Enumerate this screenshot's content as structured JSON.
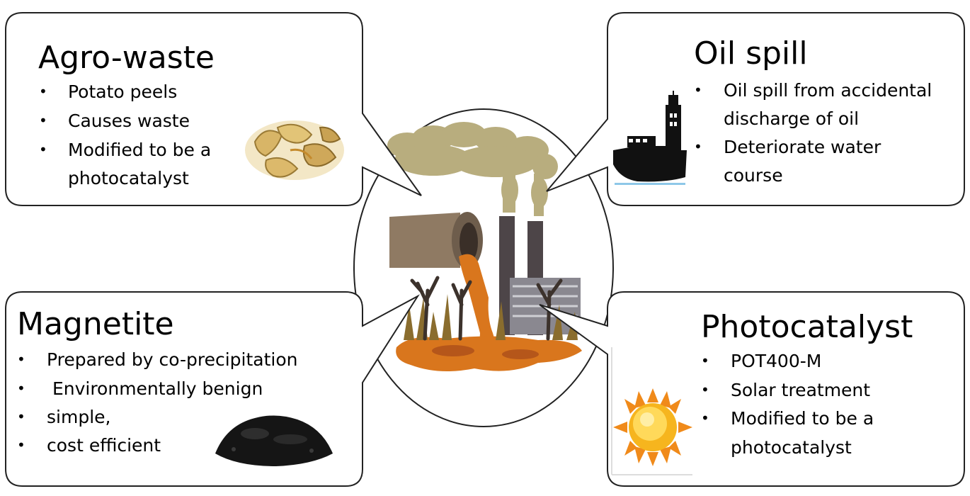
{
  "panels": {
    "agro_waste": {
      "title": "Agro-waste",
      "bullets": [
        "Potato peels",
        "Causes waste",
        "Modified to be a",
        "photocatalyst"
      ]
    },
    "oil_spill": {
      "title": "Oil spill",
      "bullets": [
        "Oil spill from accidental",
        "discharge of oil",
        "Deteriorate water",
        "course"
      ]
    },
    "magnetite": {
      "title": "Magnetite",
      "bullets": [
        "Prepared by co-precipitation",
        " Environmentally benign",
        "simple,",
        "cost efficient"
      ]
    },
    "photocatalyst": {
      "title": "Photocatalyst",
      "bullets": [
        "POT400-M",
        "Solar treatment",
        "Modified to be a",
        "photocatalyst"
      ]
    }
  },
  "bullet_char": "•",
  "icons": {
    "agro_waste": "potato-peels-icon",
    "oil_spill": "oil-ship-icon",
    "magnetite": "magnetite-powder-icon",
    "photocatalyst": "sun-icon",
    "center": "industrial-pollution-icon"
  },
  "colors": {
    "outline": "#222222",
    "smoke": "#b8ad7e",
    "pipe": "#8f7a63",
    "sludge": "#d9761d",
    "chimney": "#4d4548"
  }
}
